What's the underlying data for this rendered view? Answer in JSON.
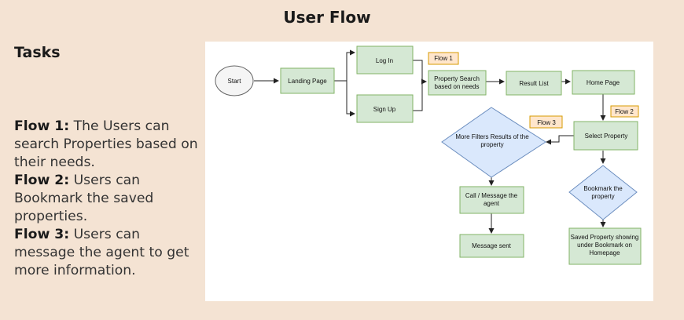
{
  "page": {
    "title": "User Flow",
    "tasks_heading": "Tasks",
    "flows": [
      {
        "label": "Flow 1:",
        "text": " The Users can search Properties based on their needs."
      },
      {
        "label": "Flow 2:",
        "text": " Users can Bookmark the saved properties."
      },
      {
        "label": "Flow 3:",
        "text": " Users can message the agent to get more information."
      }
    ]
  },
  "diagram": {
    "start": "Start",
    "landing": "Landing Page",
    "login": "Log In",
    "signup": "Sign Up",
    "search": [
      "Property Search",
      "based on needs"
    ],
    "results": "Result List",
    "home": "Home Page",
    "select": "Select Property",
    "filters": [
      "More Filters Results of the",
      "property"
    ],
    "bookmark": [
      "Bookmark the",
      "property"
    ],
    "call": [
      "Call / Message the",
      "agent"
    ],
    "sent": "Message sent",
    "saved": [
      "Saved Property showing",
      "under Bookmark on",
      "Homepage"
    ],
    "flow1_tag": "Flow 1",
    "flow2_tag": "Flow 2",
    "flow3_tag": "Flow 3"
  },
  "colors": {
    "background": "#f4e3d3",
    "process_fill": "#d5e8d4",
    "decision_fill": "#dae8fc",
    "tag_fill": "#ffe6cc"
  }
}
